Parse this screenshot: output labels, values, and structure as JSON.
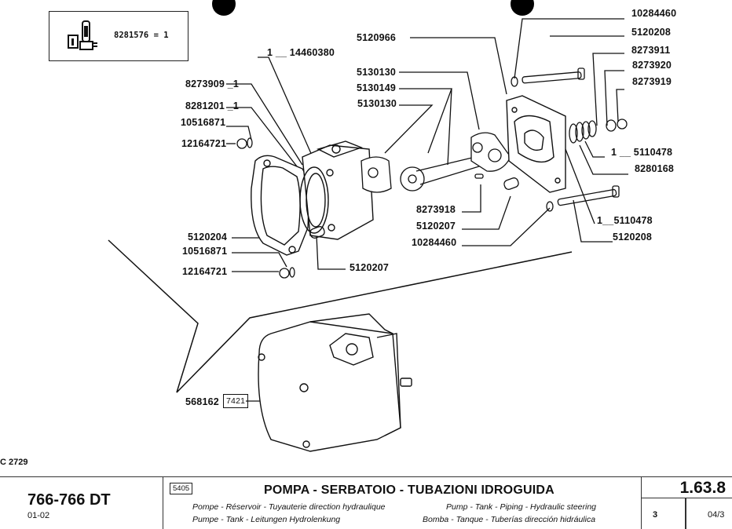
{
  "kit_box": {
    "part": "8281576 = 1",
    "icon": "gasket-kit-icon"
  },
  "callouts": {
    "p14460380": "1 __ 14460380",
    "p8273909": "8273909 _1",
    "p8281201": "8281201 _1",
    "p10516871_top": "10516871",
    "p12164721_top": "12164721",
    "p5120966": "5120966",
    "p5130130_a": "5130130",
    "p5130149": "5130149",
    "p5130130_b": "5130130",
    "p10284460_top": "10284460",
    "p5120208_top": "5120208",
    "p8273911": "8273911",
    "p8273920": "8273920",
    "p8273919": "8273919",
    "p5110478_a": "1 __ 5110478",
    "p8280168": "8280168",
    "p8273918": "8273918",
    "p5120207_right": "5120207",
    "p10284460_bottom": "10284460",
    "p5110478_b": "1__5110478",
    "p5120208_bottom": "5120208",
    "p5120204": "5120204",
    "p10516871_bottom": "10516871",
    "p12164721_bottom": "12164721",
    "p5120207_left": "5120207",
    "p568162": "568162",
    "p568162_ref": "7421"
  },
  "drawing_ref": "C 2729",
  "footer": {
    "model": "766-766 DT",
    "years": "01-02",
    "group_code": "5405",
    "title_it": "POMPA - SERBATOIO - TUBAZIONI IDROGUIDA",
    "title_fr": "Pompe - Réservoir - Tuyauterie direction hydraulique",
    "title_de": "Pumpe - Tank - Leitungen Hydrolenkung",
    "title_en": "Pump - Tank - Piping - Hydraulic steering",
    "title_es": "Bomba - Tanque - Tuberías dirección hidráulica",
    "page_number": "1.63.8",
    "sheet": "3",
    "edition": "04/3"
  }
}
